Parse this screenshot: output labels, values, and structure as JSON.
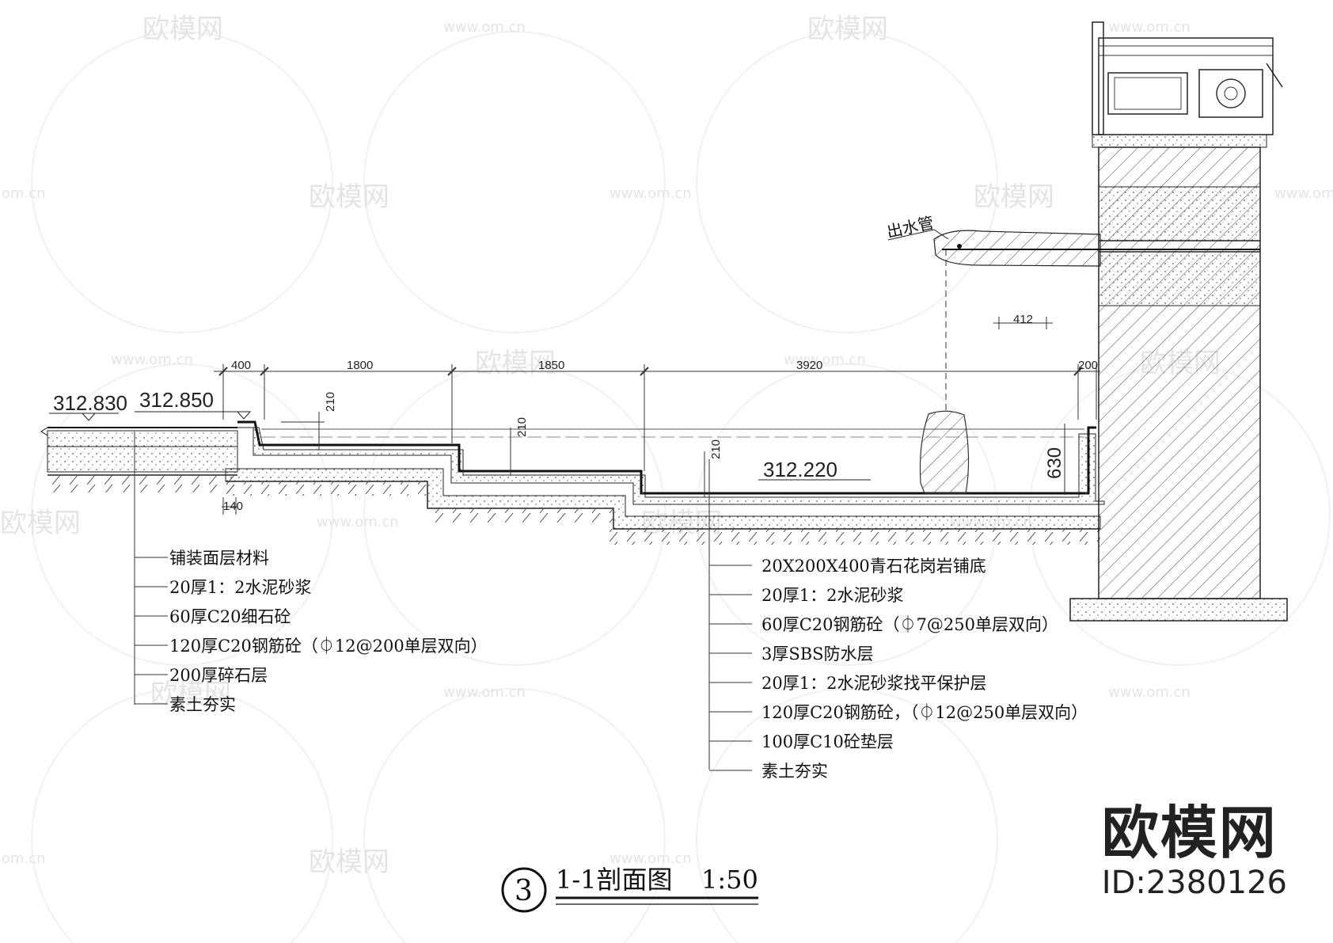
{
  "drawing": {
    "title_number": "3",
    "title": "1-1剖面图",
    "scale": "1:50"
  },
  "elevations": {
    "outer_left": "312.830",
    "outer_right": "312.850",
    "pool_bottom": "312.220"
  },
  "dimensions": {
    "top_row": [
      "400",
      "1800",
      "1850",
      "3920",
      "200"
    ],
    "step_heights": [
      "210",
      "210",
      "210"
    ],
    "wall_height": "630",
    "base_width": "140",
    "spout_offset": "412"
  },
  "callouts": {
    "outlet_pipe": "出水管"
  },
  "layers_left": [
    "铺装面层材料",
    "20厚1：2水泥砂浆",
    "60厚C20细石砼",
    "120厚C20钢筋砼（⏀12@200单层双向）",
    "200厚碎石层",
    "素土夯实"
  ],
  "layers_right": [
    "20X200X400青石花岗岩铺底",
    "20厚1：2水泥砂浆",
    "60厚C20钢筋砼（⏀7@250单层双向）",
    "3厚SBS防水层",
    "20厚1：2水泥砂浆找平保护层",
    "120厚C20钢筋砼，（⏀12@250单层双向）",
    "100厚C10砼垫层",
    "素土夯实"
  ],
  "brand": {
    "name": "欧模网",
    "id": "ID:2380126"
  },
  "watermark": {
    "logo": "欧模网",
    "url": "www.om.cn",
    "url_short": "om.cn"
  }
}
